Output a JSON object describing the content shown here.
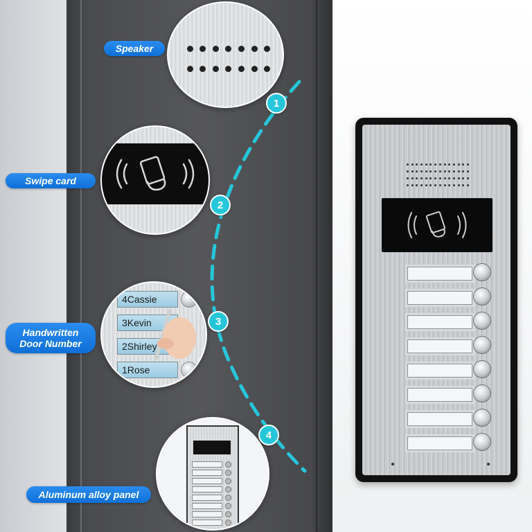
{
  "labels": {
    "speaker": "Speaker",
    "swipe_card": "Swipe card",
    "door_number_line1": "Handwritten",
    "door_number_line2": "Door Number",
    "aluminum_panel": "Aluminum alloy panel"
  },
  "badges": [
    "1",
    "2",
    "3",
    "4"
  ],
  "door_tags": [
    "4Cassie",
    "3Kevin",
    "2Shirley",
    "1Rose"
  ],
  "colors": {
    "label_blue": "#0f6fd8",
    "badge_cyan": "#26c6da",
    "dashed_arc": "#26c6da"
  },
  "icons": {
    "rfid": "rfid-card-icon"
  }
}
